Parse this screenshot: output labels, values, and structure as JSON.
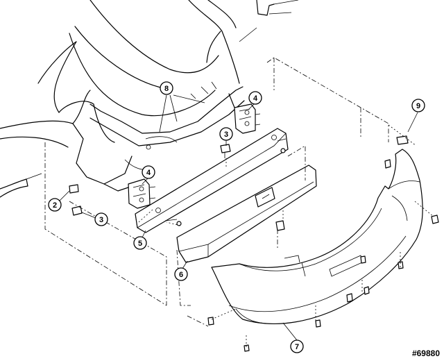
{
  "callouts": [
    {
      "id": "c1",
      "label": "8"
    },
    {
      "id": "c2",
      "label": "4"
    },
    {
      "id": "c3",
      "label": "3"
    },
    {
      "id": "c4",
      "label": "9"
    },
    {
      "id": "c5",
      "label": "4"
    },
    {
      "id": "c6",
      "label": "2"
    },
    {
      "id": "c7",
      "label": "3"
    },
    {
      "id": "c8",
      "label": "5"
    },
    {
      "id": "c9",
      "label": "6"
    },
    {
      "id": "c10",
      "label": "7"
    }
  ],
  "part_ref": "#69880"
}
